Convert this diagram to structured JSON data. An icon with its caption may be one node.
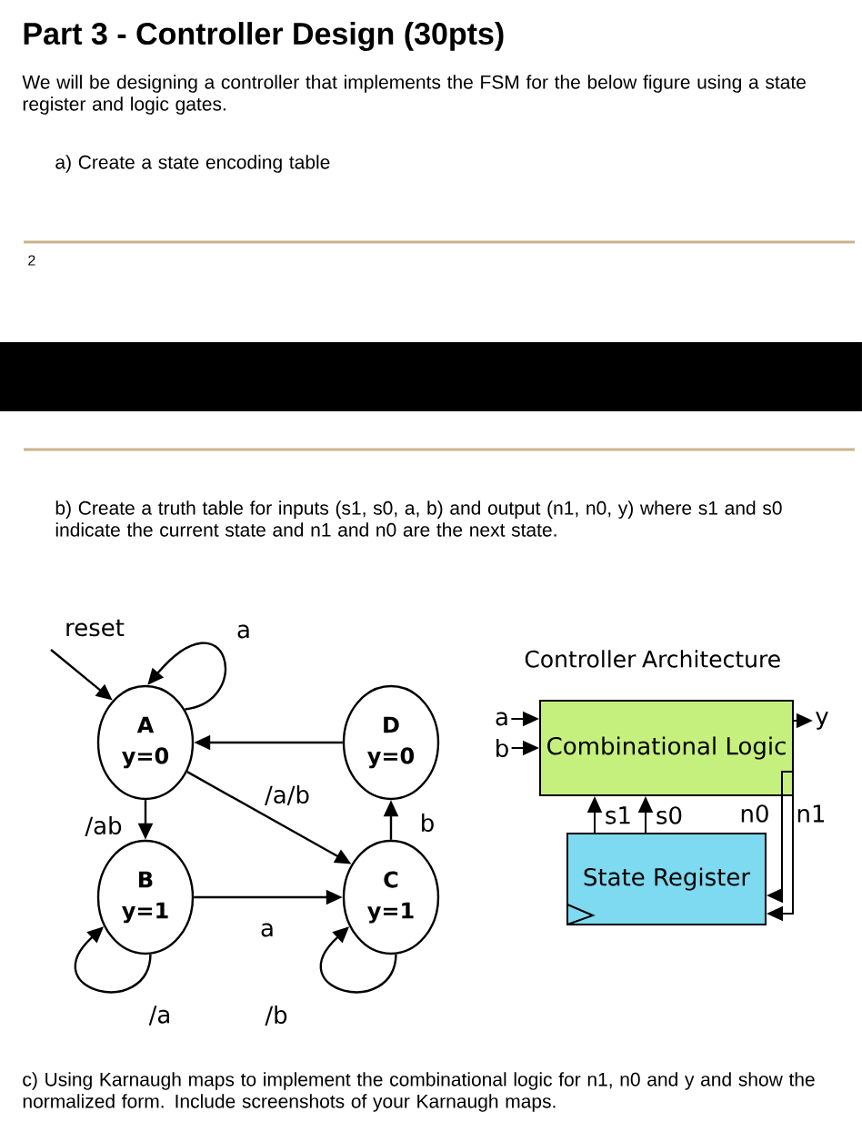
{
  "diagram": {
    "title": "Part 3 - Controller Design (30pts)",
    "nodes": [
      {
        "text": [
          "A",
          "y=0"
        ]
      },
      {
        "text": [
          "D",
          "y=0"
        ]
      },
      {
        "text": [
          "B",
          "y=1"
        ]
      },
      {
        "text": [
          "C",
          "y=1"
        ]
      },
      {
        "text": [
          "Combinational Logic"
        ]
      },
      {
        "text": [
          "State Register"
        ]
      },
      {
        "text": [
          "reset"
        ]
      },
      {
        "text": [
          "a"
        ]
      },
      {
        "text": [
          "b"
        ]
      },
      {
        "text": [
          "y"
        ]
      }
    ],
    "edges": [
      {
        "from": 6,
        "to": 0,
        "arrow": "to"
      },
      {
        "from": 0,
        "to": 0,
        "arrow": "to",
        "label": "a"
      },
      {
        "from": 1,
        "to": 0,
        "arrow": "to"
      },
      {
        "from": 0,
        "to": 2,
        "arrow": "to",
        "label": "/ab"
      },
      {
        "from": 0,
        "to": 3,
        "arrow": "to",
        "label": "/a/b"
      },
      {
        "from": 2,
        "to": 3,
        "arrow": "to",
        "label": "a"
      },
      {
        "from": 3,
        "to": 1,
        "arrow": "to",
        "label": "b"
      },
      {
        "from": 2,
        "to": 2,
        "arrow": "to",
        "label": "/a"
      },
      {
        "from": 3,
        "to": 3,
        "arrow": "to",
        "label": "/b"
      },
      {
        "from": 7,
        "to": 4,
        "arrow": "to"
      },
      {
        "from": 8,
        "to": 4,
        "arrow": "to"
      },
      {
        "from": 4,
        "to": 9,
        "arrow": "to"
      },
      {
        "from": 4,
        "to": 5,
        "arrow": "to",
        "label": "n0"
      },
      {
        "from": 4,
        "to": 5,
        "arrow": "to",
        "label": "n1"
      },
      {
        "from": 5,
        "to": 4,
        "arrow": "to",
        "label": "s1"
      },
      {
        "from": 5,
        "to": 4,
        "arrow": "to",
        "label": "s0"
      }
    ],
    "labels": [
      "We will be designing a controller that implements the FSM for the below figure using a state register and logic gates.",
      "a) Create a state encoding table",
      "2",
      "b) Create a truth table for inputs (s1, s0, a, b) and output (n1, n0, y) where s1 and s0 indicate the current state and n1 and n0 are the next state.",
      "Controller Architecture",
      "c) Using Karnaugh maps to implement the combinational logic for n1, n0 and y and show the normalized form.  Include screenshots of your Karnaugh maps."
    ]
  }
}
